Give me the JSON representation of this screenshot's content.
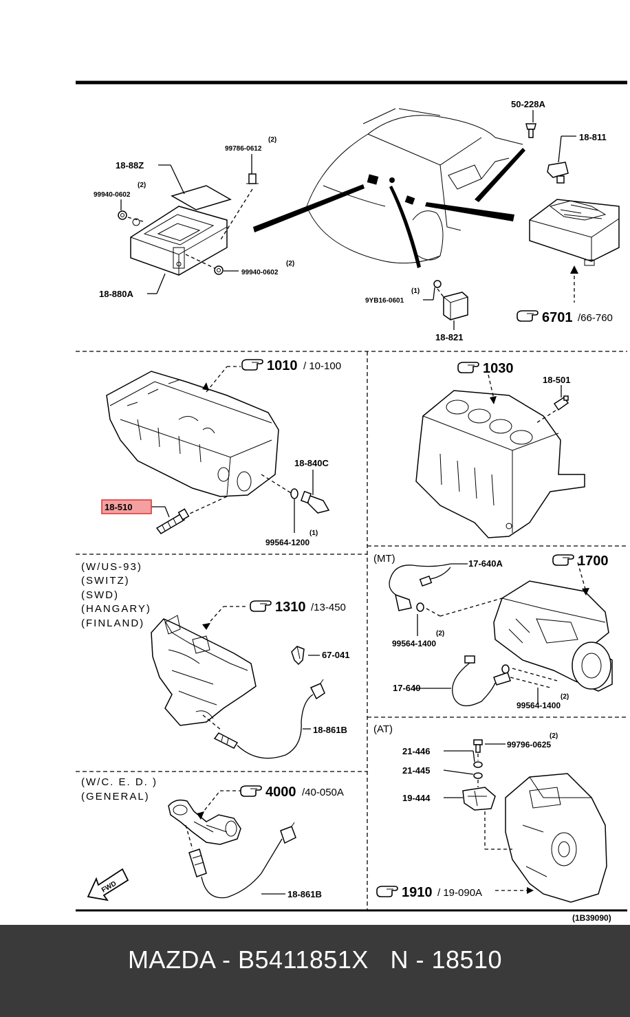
{
  "colors": {
    "highlight_fill": "#f4a0a0",
    "highlight_stroke": "#d83030",
    "footer_bg": "#3a3a3a",
    "footer_text": "#ffffff"
  },
  "diagram_code": "(1B39090)",
  "footer": {
    "title": "MAZDA - B5411851X   N - 18510"
  },
  "sections": {
    "top": {
      "parts": {
        "p50_228a": "50-228A",
        "p18_811": "18-811",
        "p18_88z": "18-88Z",
        "p99786_0612_qty": "(2)",
        "p99786_0612": "99786-0612",
        "p99940_0602_a_qty": "(2)",
        "p99940_0602_a": "99940-0602",
        "p99940_0602_b_qty": "(2)",
        "p99940_0602_b": "99940-0602",
        "p18_880a": "18-880A",
        "p9yb16_qty": "(1)",
        "p9yb16": "9YB16-0601",
        "p18_821": "18-821"
      },
      "ref": {
        "num": "6701",
        "sub": "/66-760"
      }
    },
    "cyl_head": {
      "ref": {
        "num": "1010",
        "sub": "/ 10-100"
      },
      "parts": {
        "p18_840c": "18-840C",
        "p18_510": "18-510",
        "p99564_1200_qty": "(1)",
        "p99564_1200": "99564-1200"
      }
    },
    "block": {
      "ref": {
        "num": "1030"
      },
      "parts": {
        "p18_501": "18-501"
      }
    },
    "manifold": {
      "conditions": [
        "(W/US-93)",
        "(SWITZ)",
        "(SWD)",
        "(HANGARY)",
        "(FINLAND)"
      ],
      "ref": {
        "num": "1310",
        "sub": "/13-450"
      },
      "parts": {
        "p67_041": "67-041",
        "p18_861b": "18-861B"
      }
    },
    "mt": {
      "label": "(MT)",
      "ref": {
        "num": "1700"
      },
      "parts": {
        "p17_640a": "17-640A",
        "p99564_1400_a_qty": "(2)",
        "p99564_1400_a": "99564-1400",
        "p17_640": "17-640",
        "p99564_1400_b_qty": "(2)",
        "p99564_1400_b": "99564-1400"
      }
    },
    "at": {
      "label": "(AT)",
      "ref": {
        "num": "1910",
        "sub": "/ 19-090A"
      },
      "parts": {
        "p99796_0625_qty": "(2)",
        "p99796_0625": "99796-0625",
        "p21_446": "21-446",
        "p21_445": "21-445",
        "p19_444": "19-444"
      }
    },
    "exhaust": {
      "conditions": [
        "(W/C. E. D. )",
        "(GENERAL)"
      ],
      "ref": {
        "num": "4000",
        "sub": "/40-050A"
      },
      "parts": {
        "p18_861b": "18-861B"
      },
      "fwd": "FWD"
    }
  }
}
